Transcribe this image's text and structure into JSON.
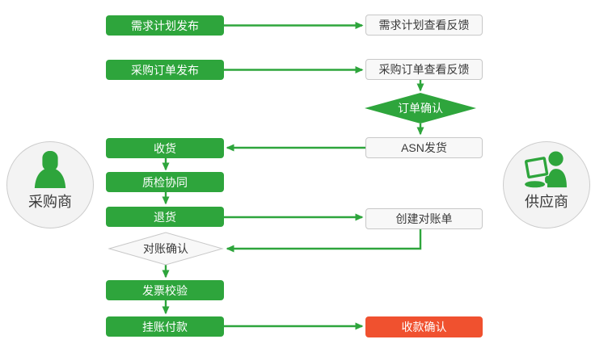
{
  "diagram_title": "procurement-supplier-collaboration-flow",
  "actors": {
    "buyer": {
      "label": "采购商",
      "icon": "buyer-avatar-icon"
    },
    "supplier": {
      "label": "供应商",
      "icon": "supplier-laptop-person-icon"
    }
  },
  "nodes": {
    "demand_plan_publish": {
      "label": "需求计划发布"
    },
    "demand_plan_feedback": {
      "label": "需求计划查看反馈"
    },
    "po_publish": {
      "label": "采购订单发布"
    },
    "po_feedback": {
      "label": "采购订单查看反馈"
    },
    "order_confirm": {
      "label": "订单确认"
    },
    "asn_ship": {
      "label": "ASN发货"
    },
    "receive_goods": {
      "label": "收货"
    },
    "quality_collab": {
      "label": "质检协同"
    },
    "return_goods": {
      "label": "退货"
    },
    "create_statement": {
      "label": "创建对账单"
    },
    "statement_confirm": {
      "label": "对账确认"
    },
    "invoice_verify": {
      "label": "发票校验"
    },
    "account_payment": {
      "label": "挂账付款"
    },
    "receipt_confirm": {
      "label": "收款确认"
    }
  },
  "colors": {
    "green": "#2EA53C",
    "red": "#F0512F",
    "box_bg": "#F8F8F8",
    "box_border": "#C8C8C8",
    "text_dark": "#3A3A3A",
    "circle_bg": "#F3F3F3",
    "circle_border": "#CCCCCC"
  }
}
